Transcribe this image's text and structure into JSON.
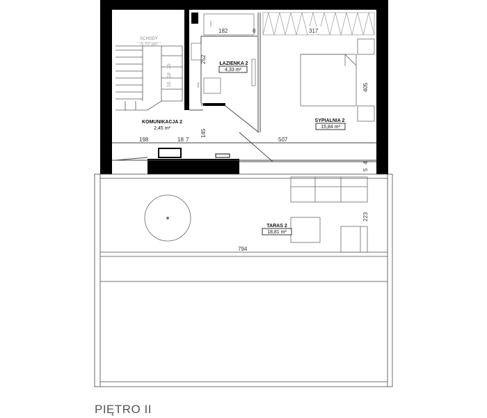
{
  "floor_label": "PIĘTRO II",
  "rooms": {
    "stairs": {
      "name": "SCHODY",
      "area": "5,27 m²"
    },
    "bathroom": {
      "name": "ŁAZIENKA 2",
      "area": "4,33 m²"
    },
    "corridor": {
      "name": "KOMUNIKACJA 2",
      "area": "2,45 m²"
    },
    "bedroom": {
      "name": "SYPIALNIA 2",
      "area": "15,84 m²"
    },
    "terrace": {
      "name": "TARAS 2",
      "area": "18,81 m²"
    }
  },
  "dimensions": {
    "bath_top": "182",
    "bath_mid": "8",
    "bedroom_top": "317",
    "bath_height": "252",
    "corridor_gap": "8",
    "bedroom_height": "405",
    "corridor_height": "145",
    "width_left": "198",
    "width_mid": "18",
    "width_small": "7",
    "width_right": "507",
    "wall_small_a": "4",
    "wall_small_b": "5",
    "terrace_height": "223",
    "terrace_width": "794"
  },
  "stair_step_labels": [
    "16",
    "18",
    "25"
  ],
  "colors": {
    "wall": "#000000",
    "line": "#444444",
    "furniture": "#777777",
    "text": "#111111",
    "title": "#555555"
  }
}
